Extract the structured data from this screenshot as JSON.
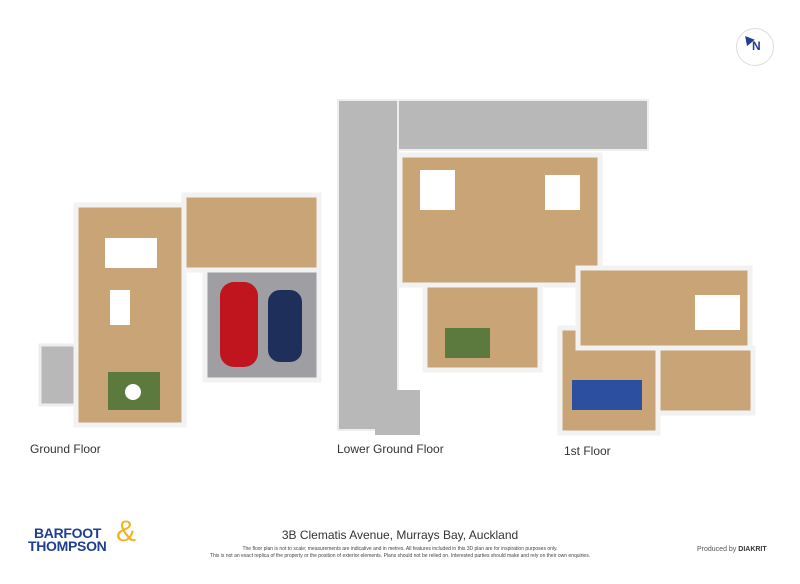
{
  "compass": {
    "label": "N"
  },
  "floors": [
    {
      "label": "Ground Floor"
    },
    {
      "label": "Lower Ground Floor"
    },
    {
      "label": "1st Floor"
    }
  ],
  "footer": {
    "logo_line1": "BARFOOT",
    "logo_line2": "THOMPSON",
    "logo_amp": "&",
    "address": "3B Clematis Avenue, Murrays Bay, Auckland",
    "disclaimer_line1": "The floor plan is not to scale; measurements are indicative and in metres. All features included in this 3D plan are for inspiration purposes only.",
    "disclaimer_line2": "This is not an exact replica of the property or the position of exterior elements. Plans should not be relied on. Interested parties should make and rely on their own enquiries.",
    "produced_by": "Produced by",
    "producer": "DIAKRIT"
  },
  "colors": {
    "brand_blue": "#1f3f8f",
    "brand_gold": "#f0b323",
    "floor_wood": "#c9a476",
    "patio": "#b8b8b8"
  }
}
